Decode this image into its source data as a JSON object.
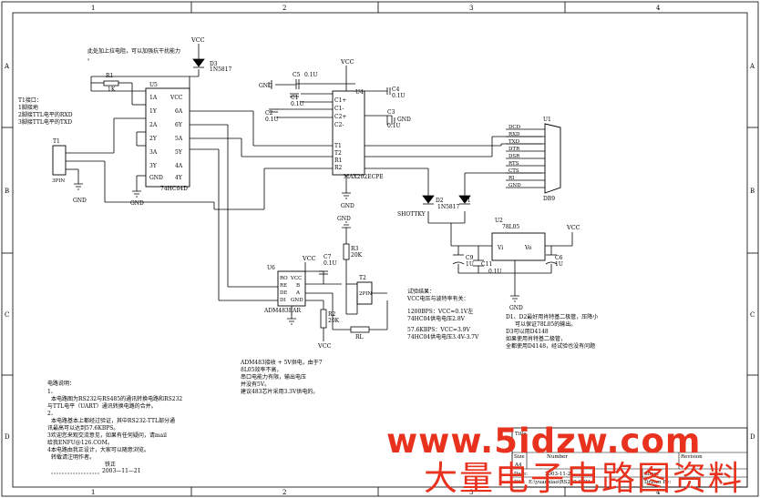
{
  "border": {
    "cols": [
      "1",
      "2",
      "3",
      "4"
    ],
    "rows": [
      "A",
      "B",
      "C",
      "D"
    ]
  },
  "labels": {
    "vcc": "VCC",
    "gnd": "GND",
    "pullup_note_1": "此处加上拉电阻，可以加强抗干扰能力",
    "pullup_note_2": "。",
    "d3": "D3",
    "d3_part": "1N5817",
    "r1": "R1",
    "r1_val": "1K",
    "u5": "U5",
    "u5_part": "74HC04D",
    "t1": "T1",
    "t1_part": "3PIN",
    "t1_note_title": "T1接口：",
    "t1_note_1": "1脚接地",
    "t1_note_2": "2脚接TTL电平的RXD",
    "t1_note_3": "3脚接TTL电平的TXD",
    "u4": "U4",
    "u4_part": "MAX202ECPE",
    "c1": "C1",
    "c1_val": "0.1U",
    "c2": "C2",
    "c2_val": "0.1U",
    "c3": "C3",
    "c3_val": "0.1U",
    "c4": "C4",
    "c4_val": "0.1U",
    "c5": "C5",
    "c5_val": "0.1U",
    "u1": "U1",
    "u1_part": "DB9",
    "d2": "D2",
    "d2_part": "SHOTTKY",
    "d1": "D1",
    "d1_part": "1N5817",
    "u2": "U2",
    "u2_part": "78L05",
    "c6": "C6",
    "c6_val": "1U",
    "c9": "C9",
    "c9_val": "1U",
    "c11": "C11",
    "c11_val": "0.1U",
    "u6": "U6",
    "u6_part": "ADM483EAR",
    "r3": "R3",
    "r3_val": "20K",
    "r2": "R2",
    "r2_val": "20K",
    "rl": "RL",
    "t2": "T2",
    "t2_part": "2PIN",
    "c7": "C7",
    "c7_val": "0.1U"
  },
  "db9_signals": [
    "DCD",
    "RXD",
    "TXD",
    "DTR",
    "DSR",
    "RTS",
    "CTS",
    "RI",
    "GND"
  ],
  "u5_pins_left": [
    "1A",
    "1Y",
    "2A",
    "2Y",
    "3A",
    "3Y",
    "GND"
  ],
  "u5_pins_right": [
    "VCC",
    "6A",
    "6Y",
    "5A",
    "5Y",
    "4A",
    "4Y"
  ],
  "u4_pins_left": [
    "C1+",
    "C1-",
    "C2+",
    "C2-",
    "T1",
    "T2",
    "R1",
    "R2"
  ],
  "u6_pins": [
    "RO",
    "RE",
    "DE",
    "DI",
    "VCC",
    "B",
    "A",
    "GND"
  ],
  "notes": {
    "test_title": "试验结果：",
    "test_1": "VCC电压与波特率有关：",
    "test_2": "1200BPS：VCC=0.1V左",
    "test_3": "74HC04供电电压2.8V",
    "test_4": "57.6KBPS：VCC=3.9V",
    "test_5": "74HC04供电电压3.4V-3.7V",
    "diode_1": "D1、D2最好用肖特基二极管，压降小",
    "diode_2": "可以保证78L05的输出。",
    "diode_3": "D3可以用D4148",
    "diode_4": "如果使用肖特基二极管，",
    "diode_5": "全都使用D4148，经试验也没有问题",
    "adm_1": "ADM483接收 + 5V供电，由于7",
    "adm_2": "8L05效率不高，",
    "adm_3": "串口电能力有限，输出电压",
    "adm_4": "并没有5V。",
    "adm_5": "建议483芯片采用3.3V供电的。",
    "desc_title": "电路说明：",
    "desc_1": "1、",
    "desc_2": "本电路图为RS232与RS485的通讯转换电路和RS232",
    "desc_3": "与TTL电平（UART）通讯转换电路的合并。",
    "desc_4": "2、",
    "desc_5": "本电路基本上都经过验证，其中RS232-TTL部分通",
    "desc_6": "讯最高可以达到57.6KBPS。",
    "desc_7": "3欢迎您来观交流意见，如果有任何疑问，请mail",
    "desc_8": "给我ENFU@126.COM。",
    "desc_9": "4本电路由我正设计，大家可以随意浏览。",
    "desc_10": "转载请注明作者。",
    "author": "铁正",
    "date": "2003—11—21"
  },
  "title_block": {
    "title_label": "Title",
    "size_label": "Size",
    "number_label": "Number",
    "revision_label": "Revision",
    "size_val": "A4",
    "date_label": "Date:",
    "date_val": "2003-11-21",
    "sheet_label": "Sheet",
    "file_label": "File:",
    "file_val": "E:\\yuanxiao\\RS232.SCH",
    "drawn_label": "Drawn By:"
  },
  "watermark": {
    "url": "www.5idzw.com",
    "cn": "大量电子电路图资料"
  },
  "colors": {
    "line": "#000000",
    "watermark_red": "#e8321e",
    "watermark_red_light": "#f0b4a8"
  }
}
